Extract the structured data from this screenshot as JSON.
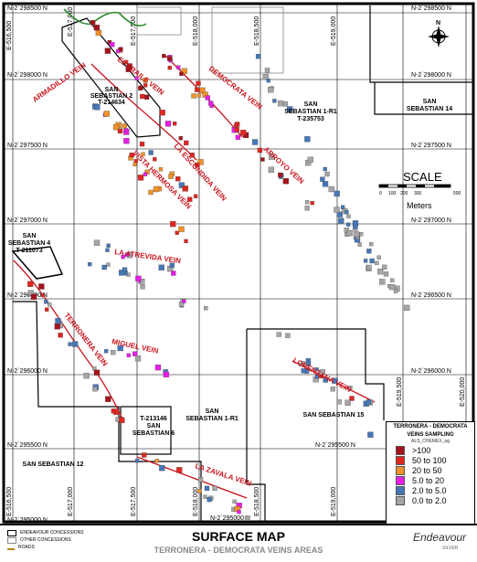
{
  "grid": {
    "northing_labels": [
      {
        "text": "N-2`298500 N",
        "side": "left"
      },
      {
        "text": "N-2`298500 N",
        "side": "right"
      },
      {
        "text": "N-2`298000 N",
        "side": "left"
      },
      {
        "text": "N-2`298000 N",
        "side": "right"
      },
      {
        "text": "N-2`297500 N",
        "side": "left"
      },
      {
        "text": "N-2`297500 N",
        "side": "right"
      },
      {
        "text": "N-2`297000 N",
        "side": "left"
      },
      {
        "text": "N-2`297000 N",
        "side": "right"
      },
      {
        "text": "N-2`296500 N",
        "side": "left"
      },
      {
        "text": "N-2`296500 N",
        "side": "right"
      },
      {
        "text": "N-2`296000 N",
        "side": "left"
      },
      {
        "text": "N-2`296000 N",
        "side": "right"
      },
      {
        "text": "N-2`295500 N",
        "side": "left"
      },
      {
        "text": "N-2`295500 N",
        "side": "right"
      },
      {
        "text": "N-2`295000 N",
        "side": "left"
      },
      {
        "text": "N-2`295000 N",
        "side": "right"
      }
    ],
    "easting_labels": [
      "E-516,500",
      "E-517,000",
      "E-517,500",
      "E-518,000",
      "E-518,500",
      "E-519,000",
      "E-519,500",
      "E-520,000"
    ]
  },
  "veins": [
    {
      "id": "el-fraile",
      "label": "EL FRAILE VEIN"
    },
    {
      "id": "democrata",
      "label": "DEMOCRATA VEIN"
    },
    {
      "id": "armadillo",
      "label": "ARMADILLO VEIN"
    },
    {
      "id": "escondida",
      "label": "LA ESCONDIDA VEIN"
    },
    {
      "id": "hermosa",
      "label": "VISTA HERMOSA VEIN"
    },
    {
      "id": "arroyo",
      "label": "ARROYO VEIN"
    },
    {
      "id": "atrevida",
      "label": "LA ATREVIDA VEIN"
    },
    {
      "id": "terronera",
      "label": "TERRONERA VEIN"
    },
    {
      "id": "miguel",
      "label": "MIGUEL VEIN"
    },
    {
      "id": "lorenzana",
      "label": "LORENZANA VEIN"
    },
    {
      "id": "zavala",
      "label": "LA ZAVALA VEIN"
    }
  ],
  "concessions": [
    {
      "id": "ss2",
      "lines": [
        "SAN",
        "SEBASTIAN 2",
        "T-214634"
      ]
    },
    {
      "id": "ss1r1a",
      "lines": [
        "SAN",
        "SEBASTIAN 1-R1",
        "T-235753"
      ]
    },
    {
      "id": "ss14",
      "lines": [
        "SAN",
        "SEBASTIAN 14"
      ]
    },
    {
      "id": "ss4",
      "lines": [
        "SAN",
        "SEBASTIAN 4",
        "T-211073"
      ]
    },
    {
      "id": "ss6",
      "lines": [
        "T-213146",
        "SAN",
        "SEBASTIAN 6"
      ]
    },
    {
      "id": "ss1r1b",
      "lines": [
        "SAN",
        "SEBASTIAN 1-R1"
      ]
    },
    {
      "id": "ss15",
      "lines": [
        "SAN SEBASTIAN 15"
      ]
    },
    {
      "id": "ss12",
      "lines": [
        "SAN SEBASTIAN 12"
      ]
    }
  ],
  "scale": {
    "title": "SCALE",
    "ticks": [
      "0",
      "100",
      "200",
      "300",
      "",
      "500"
    ],
    "unit": "Meters"
  },
  "legend": {
    "title": "TERRONERA - DEMOCRATA",
    "title2": "VEINS SAMPLING",
    "subtitle": "ALS_CHEMEX_ag",
    "classes": [
      {
        "label": ">100",
        "color": "#a5131b"
      },
      {
        "label": "50 to 100",
        "color": "#e02620"
      },
      {
        "label": "20 to 50",
        "color": "#f0922a"
      },
      {
        "label": "5.0 to 20",
        "color": "#e81ee8"
      },
      {
        "label": "2.0 to 5.0",
        "color": "#4677b8"
      },
      {
        "label": "0.0 to 2.0",
        "color": "#a6a6a6"
      }
    ]
  },
  "footer": {
    "legend_items": [
      {
        "label": "ENDEAVOUR CONCESSIONS",
        "kind": "box-black"
      },
      {
        "label": "OTHER CONCESSIONS",
        "kind": "box-gray"
      },
      {
        "label": "ROADS",
        "kind": "road"
      }
    ],
    "title": "SURFACE MAP",
    "subtitle": "TERRONERA - DEMOCRATA VEINS AREAS",
    "logo": "Endeavour",
    "logo_sub": "SILVER"
  },
  "north_arrow": "N",
  "colors": {
    "vein": "#c8141e",
    "road": "#2e8b2e",
    "concession_line": "#000000"
  }
}
